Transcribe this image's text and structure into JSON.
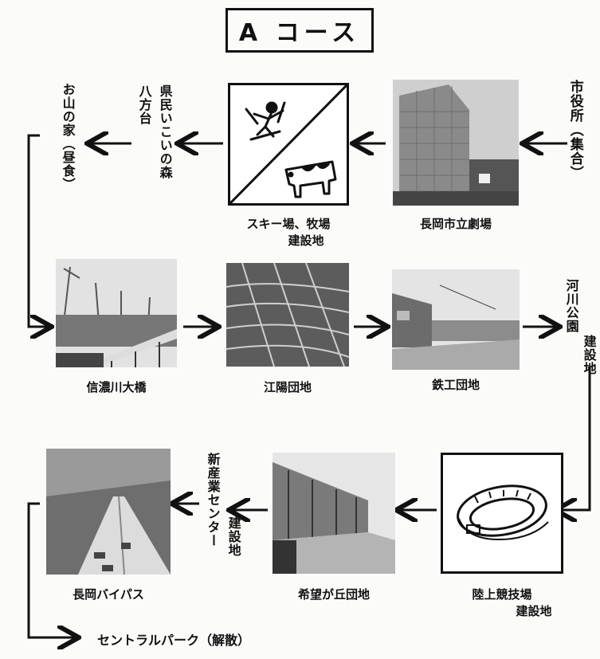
{
  "title": "A コース",
  "start": {
    "label": "市役所（集合）"
  },
  "row1": {
    "theater": "長岡市立劇場",
    "ski_farm_line1": "スキー場、牧場",
    "ski_farm_line2": "建設地",
    "park_line1": "県民いこいの森",
    "park_line2": "八方台",
    "lunch": "お山の家（昼食）"
  },
  "row2": {
    "bridge": "信濃川大橋",
    "eyo": "江陽団地",
    "iron": "鉄工団地",
    "river_park_line1": "河川公園",
    "river_park_line2": "建設地"
  },
  "row3": {
    "stadium_line1": "陸上競技場",
    "stadium_line2": "建設地",
    "kibo": "希望が丘団地",
    "industry_line1": "新産業センター",
    "industry_line2": "建設地",
    "bypass": "長岡バイパス"
  },
  "end": {
    "label": "セントラルパーク（解散）"
  },
  "icons": [
    "ski-jumper-icon",
    "cow-icon",
    "stadium-icon",
    "arrow-icon"
  ]
}
